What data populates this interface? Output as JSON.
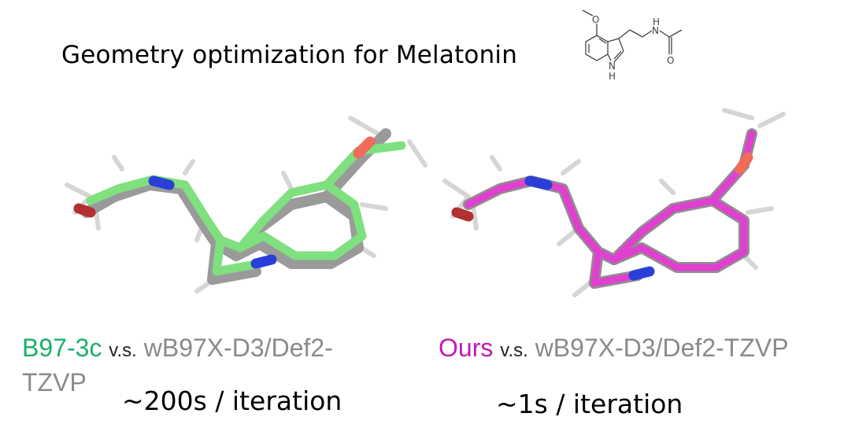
{
  "title": "Geometry optimization for Melatonin",
  "structure_labels": {
    "hetero_o_top": "O",
    "nh": "N",
    "nh_h": "H",
    "indole_n": "N",
    "indole_h": "H",
    "carbonyl_o": "O"
  },
  "left": {
    "method": "B97-3c",
    "vs": "v.s.",
    "reference": "wB97X-D3/Def2-TZVP",
    "timing": "~200s / iteration",
    "overlay_color": "#7ee07e"
  },
  "right": {
    "method": "Ours",
    "vs": "v.s.",
    "reference": "wB97X-D3/Def2-TZVP",
    "timing": "~1s / iteration",
    "overlay_color": "#e040d0"
  }
}
